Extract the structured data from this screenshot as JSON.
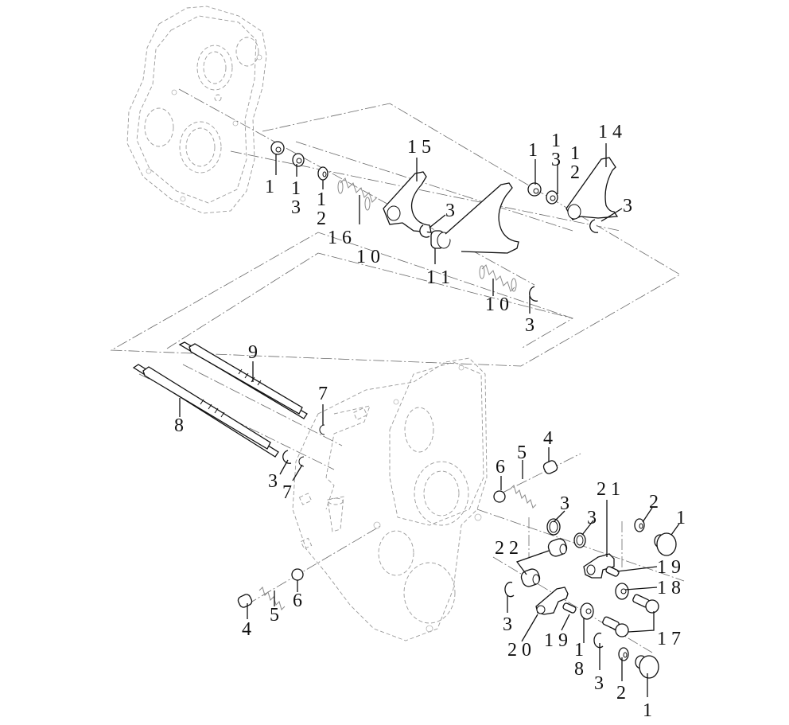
{
  "diagram": {
    "title": "Shift fork and shaft exploded parts view",
    "callouts": [
      {
        "id": "c-1-a",
        "text": "1"
      },
      {
        "id": "c-13-a",
        "text": "1 3"
      },
      {
        "id": "c-12-a",
        "text": "1 2"
      },
      {
        "id": "c-16",
        "text": "1 6"
      },
      {
        "id": "c-10-a",
        "text": "1 0"
      },
      {
        "id": "c-15",
        "text": "1 5"
      },
      {
        "id": "c-3-a",
        "text": "3"
      },
      {
        "id": "c-11",
        "text": "1 1"
      },
      {
        "id": "c-1-b",
        "text": "1"
      },
      {
        "id": "c-13-b",
        "text": "1 3"
      },
      {
        "id": "c-12-b",
        "text": "1 2"
      },
      {
        "id": "c-14",
        "text": "1 4"
      },
      {
        "id": "c-3-b",
        "text": "3"
      },
      {
        "id": "c-10-b",
        "text": "1 0"
      },
      {
        "id": "c-3-c",
        "text": "3"
      },
      {
        "id": "c-9",
        "text": "9"
      },
      {
        "id": "c-8",
        "text": "8"
      },
      {
        "id": "c-7-a",
        "text": "7"
      },
      {
        "id": "c-3-d",
        "text": "3"
      },
      {
        "id": "c-7-b",
        "text": "7"
      },
      {
        "id": "c-6-a",
        "text": "6"
      },
      {
        "id": "c-5-a",
        "text": "5"
      },
      {
        "id": "c-4-a",
        "text": "4"
      },
      {
        "id": "c-21",
        "text": "2 1"
      },
      {
        "id": "c-3-e",
        "text": "3"
      },
      {
        "id": "c-3-f",
        "text": "3"
      },
      {
        "id": "c-2-a",
        "text": "2"
      },
      {
        "id": "c-1-c",
        "text": "1"
      },
      {
        "id": "c-22",
        "text": "2 2"
      },
      {
        "id": "c-19-a",
        "text": "1 9"
      },
      {
        "id": "c-18-a",
        "text": "1 8"
      },
      {
        "id": "c-17",
        "text": "1 7"
      },
      {
        "id": "c-3-g",
        "text": "3"
      },
      {
        "id": "c-20",
        "text": "2 0"
      },
      {
        "id": "c-19-b",
        "text": "1 9"
      },
      {
        "id": "c-18-b",
        "text": "1 8"
      },
      {
        "id": "c-3-h",
        "text": "3"
      },
      {
        "id": "c-2-b",
        "text": "2"
      },
      {
        "id": "c-1-d",
        "text": "1"
      },
      {
        "id": "c-4-b",
        "text": "4"
      },
      {
        "id": "c-5-b",
        "text": "5"
      },
      {
        "id": "c-6-b",
        "text": "6"
      }
    ]
  }
}
